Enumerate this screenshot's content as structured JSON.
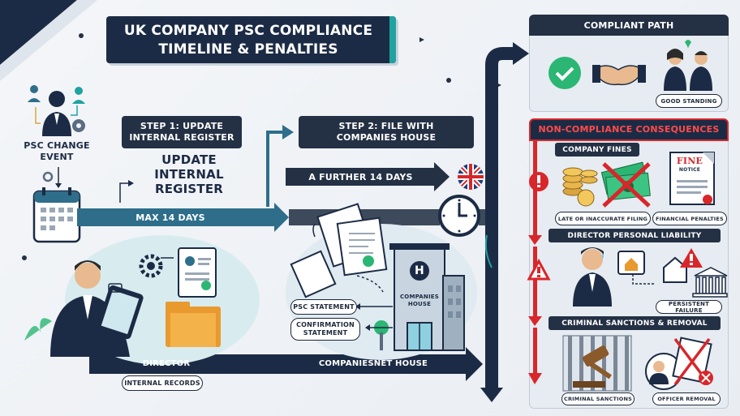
{
  "title": {
    "line1": "UK COMPANY PSC COMPLIANCE",
    "line2": "TIMELINE & PENALTIES"
  },
  "left": {
    "event_label": "PSC CHANGE EVENT",
    "step1_line1": "STEP 1: UPDATE",
    "step1_line2": "INTERNAL REGISTER",
    "update_text_line1": "UPDATE",
    "update_text_line2": "INTERNAL",
    "update_text_line3": "REGISTER",
    "max_days": "MAX 14 DAYS",
    "director_label": "DIRECTOR",
    "internal_records": "INTERNAL RECORDS"
  },
  "middle": {
    "step2_line1": "STEP 2: FILE WITH",
    "step2_line2": "COMPANIES HOUSE",
    "further_days": "A FURTHER 14 DAYS",
    "building_line1": "COMPANIES",
    "building_line2": "HOUSE",
    "building_letter": "H",
    "psc_statement": "PSC STATEMENT",
    "confirmation_line1": "CONFIRMATION",
    "confirmation_line2": "STATEMENT",
    "bottom_arrow": "COMPANIESNET HOUSE"
  },
  "right": {
    "compliant_header": "COMPLIANT PATH",
    "good_standing": "GOOD STANDING",
    "noncompliance_header": "NON-COMPLIANCE CONSEQUENCES",
    "fines_header": "COMPANY FINES",
    "late_filing": "LATE OR INACCURATE FILING",
    "financial_penalties": "FINANCIAL PENALTIES",
    "fine_notice_line1": "FINE",
    "fine_notice_line2": "NOTICE",
    "liability_header": "DIRECTOR PERSONAL LIABILITY",
    "persistent_failure": "PERSISTENT FAILURE",
    "criminal_header": "CRIMINAL SANCTIONS & REMOVAL",
    "criminal_sanctions": "CRIMINAL SANCTIONS",
    "officer_removal": "OFFICER REMOVAL"
  },
  "colors": {
    "navy": "#1c2b45",
    "teal": "#2e6e8a",
    "red": "#d9262a",
    "green": "#2bb673",
    "accent_teal": "#1fa3a0"
  }
}
